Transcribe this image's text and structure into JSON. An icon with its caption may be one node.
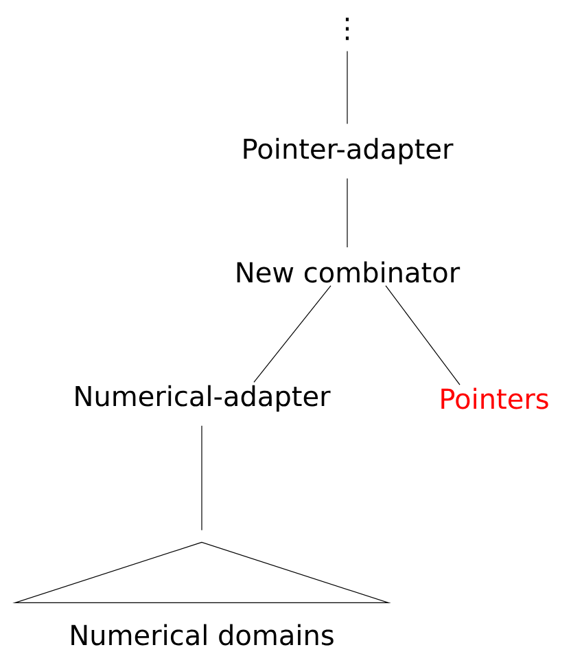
{
  "diagram": {
    "nodes": [
      {
        "text": [
          "⋮"
        ]
      },
      {
        "text": [
          "Pointer-adapter"
        ]
      },
      {
        "text": [
          "New combinator"
        ]
      },
      {
        "text": [
          "Numerical-adapter"
        ]
      },
      {
        "text": [
          "Pointers"
        ]
      },
      {
        "text": [
          "Numerical domains"
        ]
      }
    ],
    "edges": [
      {
        "from": 0,
        "to": 1,
        "arrow": "none"
      },
      {
        "from": 1,
        "to": 2,
        "arrow": "none"
      },
      {
        "from": 2,
        "to": 3,
        "arrow": "none"
      },
      {
        "from": 2,
        "to": 4,
        "arrow": "none"
      },
      {
        "from": 3,
        "to": 5,
        "arrow": "none"
      }
    ]
  }
}
